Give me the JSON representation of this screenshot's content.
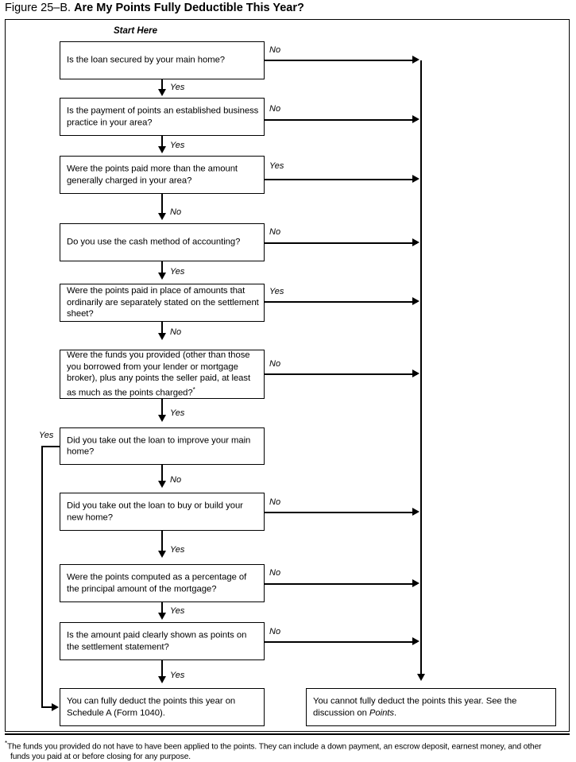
{
  "title": {
    "figure_label": "Figure 25–B.",
    "question": "Are My Points Fully Deductible This Year?"
  },
  "start_label": "Start Here",
  "nodes": [
    {
      "id": "q1",
      "text": "Is the loan secured by your main home?"
    },
    {
      "id": "q2",
      "text": "Is the payment of points an established business practice in your area?"
    },
    {
      "id": "q3",
      "text": "Were the points paid more than the amount generally charged in your area?"
    },
    {
      "id": "q4",
      "text": "Do you use the cash method of accounting?"
    },
    {
      "id": "q5",
      "text": "Were the points paid in place of amounts that ordinarily are separately stated on the settlement sheet?"
    },
    {
      "id": "q6",
      "text": "Were the funds you provided (other than those you borrowed from your lender or mortgage broker), plus any points the seller paid, at least as much as the points charged?*"
    },
    {
      "id": "q7",
      "text": "Did you take out the loan to improve your main home?"
    },
    {
      "id": "q8",
      "text": "Did you take out the loan to buy or build your new home?"
    },
    {
      "id": "q9",
      "text": "Were the points computed as a percentage of the principal amount of the mortgage?"
    },
    {
      "id": "q10",
      "text": "Is the amount paid clearly shown as points on the settlement statement?"
    }
  ],
  "outcomes": {
    "deductible": "You can fully deduct the points this year on Schedule A (Form 1040).",
    "not_deductible_part1": "You cannot fully deduct the points this year. See the discussion on ",
    "not_deductible_italic": "Points",
    "not_deductible_part2": "."
  },
  "edge_labels": {
    "yes": "Yes",
    "no": "No",
    "q1_down": "Yes",
    "q1_right": "No",
    "q2_down": "Yes",
    "q2_right": "No",
    "q3_down": "No",
    "q3_right": "Yes",
    "q4_down": "Yes",
    "q4_right": "No",
    "q5_down": "No",
    "q5_right": "Yes",
    "q6_down": "Yes",
    "q6_right": "No",
    "q7_down": "No",
    "q7_left": "Yes",
    "q8_down": "Yes",
    "q8_right": "No",
    "q9_down": "Yes",
    "q9_right": "No",
    "q10_down": "Yes",
    "q10_right": "No"
  },
  "footnote": {
    "marker": "*",
    "line1": "The funds you provided do not have to have been applied to the points. They can include a down payment, an escrow deposit, earnest money, and other",
    "line2": "funds you paid at or before closing for any purpose."
  },
  "colors": {
    "ink": "#000000",
    "paper": "#ffffff"
  }
}
